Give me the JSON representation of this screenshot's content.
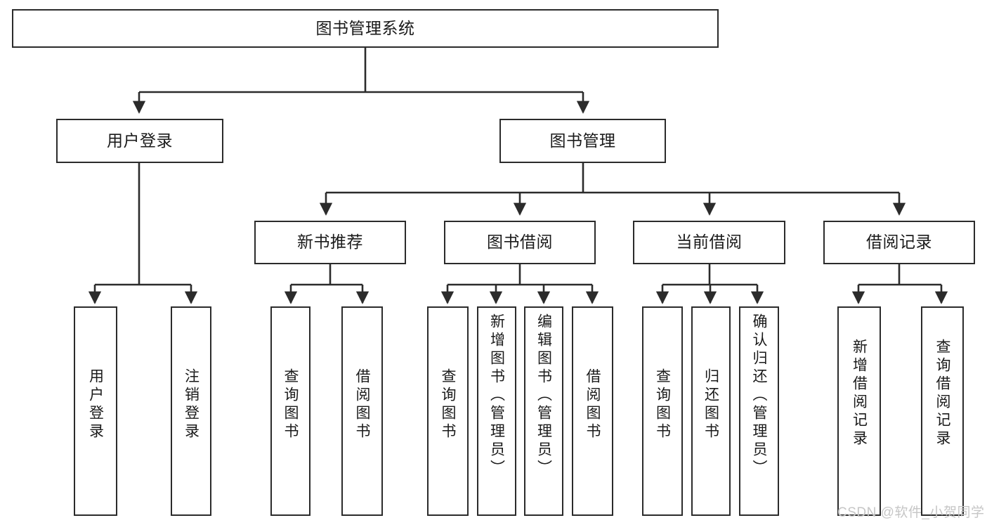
{
  "diagram": {
    "title": "图书管理系统",
    "type": "tree-hierarchy",
    "root": {
      "label": "图书管理系统"
    },
    "level2": [
      {
        "label": "用户登录"
      },
      {
        "label": "图书管理"
      }
    ],
    "level3": [
      {
        "label": "新书推荐"
      },
      {
        "label": "图书借阅"
      },
      {
        "label": "当前借阅"
      },
      {
        "label": "借阅记录"
      }
    ],
    "leaves": [
      {
        "label": "用户登录",
        "parent": "用户登录"
      },
      {
        "label": "注销登录",
        "parent": "用户登录"
      },
      {
        "label": "查询图书",
        "parent": "新书推荐"
      },
      {
        "label": "借阅图书",
        "parent": "新书推荐"
      },
      {
        "label": "查询图书",
        "parent": "图书借阅"
      },
      {
        "label": "新增图书（管理员）",
        "parent": "图书借阅"
      },
      {
        "label": "编辑图书（管理员）",
        "parent": "图书借阅"
      },
      {
        "label": "借阅图书",
        "parent": "图书借阅"
      },
      {
        "label": "查询图书",
        "parent": "当前借阅"
      },
      {
        "label": "归还图书",
        "parent": "当前借阅"
      },
      {
        "label": "确认归还（管理员）",
        "parent": "当前借阅"
      },
      {
        "label": "新增借阅记录",
        "parent": "借阅记录"
      },
      {
        "label": "查询借阅记录",
        "parent": "借阅记录"
      }
    ]
  },
  "watermark": {
    "text": "CSDN @软件_小贺同学"
  },
  "colors": {
    "box_border": "#2b2b2b",
    "box_fill": "#ffffff",
    "edge": "#2b2b2b",
    "text": "#1a1a1a",
    "watermark": "#c6c6c6",
    "background": "#ffffff"
  }
}
